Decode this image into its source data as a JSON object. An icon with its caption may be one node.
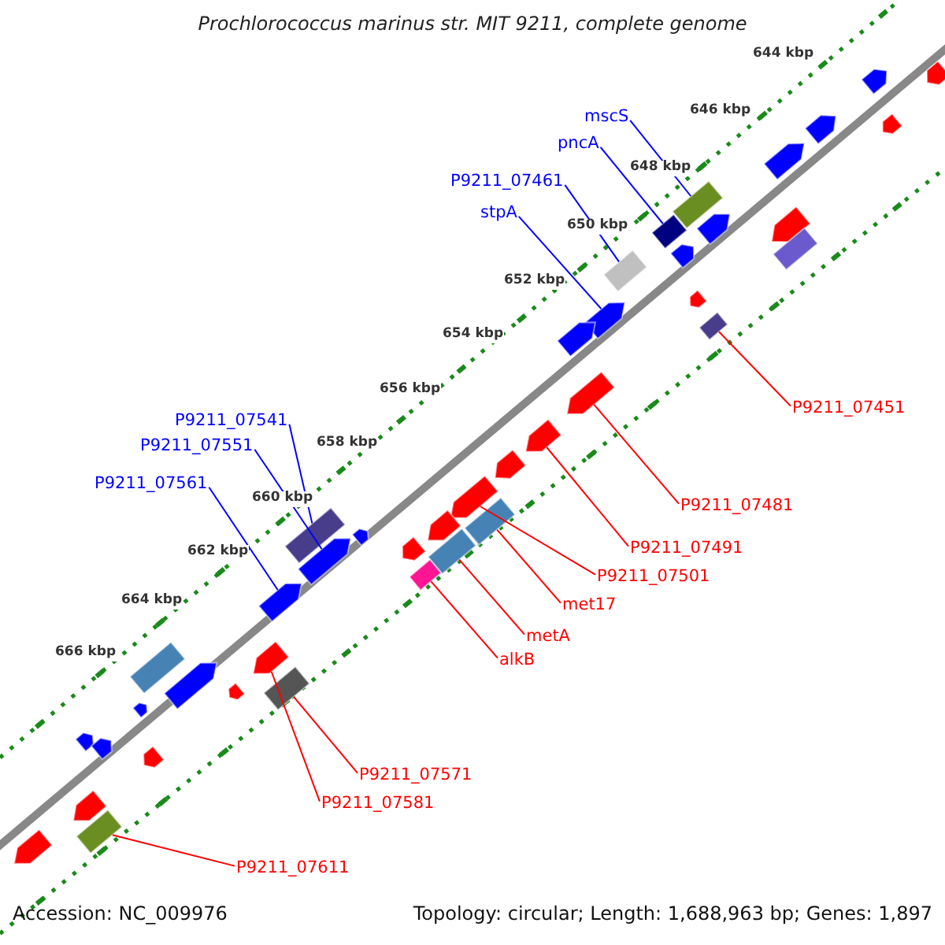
{
  "diagram": {
    "title": "Prochlorococcus marinus str. MIT 9211, complete genome",
    "nodes": [
      {
        "text": [
          "mscS"
        ]
      },
      {
        "text": [
          "pncA"
        ]
      },
      {
        "text": [
          "P9211_07461"
        ]
      },
      {
        "text": [
          "stpA"
        ]
      },
      {
        "text": [
          "P9211_07451"
        ]
      },
      {
        "text": [
          "P9211_07541"
        ]
      },
      {
        "text": [
          "P9211_07551"
        ]
      },
      {
        "text": [
          "P9211_07561"
        ]
      },
      {
        "text": [
          "P9211_07481"
        ]
      },
      {
        "text": [
          "P9211_07491"
        ]
      },
      {
        "text": [
          "P9211_07501"
        ]
      },
      {
        "text": [
          "met17"
        ]
      },
      {
        "text": [
          "metA"
        ]
      },
      {
        "text": [
          "alkB"
        ]
      },
      {
        "text": [
          "P9211_07571"
        ]
      },
      {
        "text": [
          "P9211_07581"
        ]
      },
      {
        "text": [
          "P9211_07611"
        ]
      },
      {
        "text": [],
        "shape": "arrow"
      },
      {
        "text": [],
        "shape": "arrow"
      },
      {
        "text": [],
        "shape": "arrow"
      },
      {
        "text": [],
        "shape": "arrow"
      },
      {
        "text": [],
        "shape": "arrow"
      },
      {
        "text": [],
        "shape": "box"
      },
      {
        "text": [],
        "shape": "arrow"
      },
      {
        "text": [],
        "shape": "arrow"
      },
      {
        "text": [],
        "shape": "box"
      },
      {
        "text": [],
        "shape": "box"
      },
      {
        "text": [],
        "shape": "arrow"
      },
      {
        "text": [],
        "shape": "box"
      },
      {
        "text": [],
        "shape": "arrow"
      },
      {
        "text": [],
        "shape": "arrow"
      },
      {
        "text": [],
        "shape": "box"
      },
      {
        "text": [],
        "shape": "arrow"
      },
      {
        "text": [],
        "shape": "arrow"
      },
      {
        "text": [],
        "shape": "arrow"
      },
      {
        "text": [],
        "shape": "arrow"
      },
      {
        "text": [],
        "shape": "arrow"
      },
      {
        "text": [],
        "shape": "box"
      },
      {
        "text": [],
        "shape": "arrow"
      },
      {
        "text": [],
        "shape": "box"
      },
      {
        "text": [],
        "shape": "arrow"
      },
      {
        "text": [],
        "shape": "box"
      },
      {
        "text": [],
        "shape": "arrow"
      },
      {
        "text": [],
        "shape": "arrow"
      },
      {
        "text": [],
        "shape": "box"
      },
      {
        "text": [],
        "shape": "arrow"
      },
      {
        "text": [],
        "shape": "arrow"
      },
      {
        "text": [],
        "shape": "box"
      },
      {
        "text": [],
        "shape": "arrow"
      },
      {
        "text": [],
        "shape": "box"
      },
      {
        "text": [],
        "shape": "arrow"
      },
      {
        "text": [],
        "shape": "arrow"
      },
      {
        "text": [],
        "shape": "arrow"
      },
      {
        "text": [],
        "shape": "arrow"
      },
      {
        "text": [],
        "shape": "arrow"
      },
      {
        "text": [],
        "shape": "arrow"
      },
      {
        "text": [],
        "shape": "box"
      },
      {
        "text": [],
        "shape": "arrow"
      }
    ],
    "edges": [
      {
        "from": 0,
        "to": 22,
        "arrow": "none",
        "color": "#0000ff"
      },
      {
        "from": 1,
        "to": 25,
        "arrow": "none",
        "color": "#0000ff"
      },
      {
        "from": 2,
        "to": 28,
        "arrow": "none",
        "color": "#0000ff"
      },
      {
        "from": 3,
        "to": 30,
        "arrow": "none",
        "color": "#0000ff"
      },
      {
        "from": 4,
        "to": 31,
        "arrow": "none"
      },
      {
        "from": 5,
        "to": 39,
        "arrow": "none",
        "color": "#0000ff"
      },
      {
        "from": 6,
        "to": 43,
        "arrow": "none",
        "color": "#0000ff"
      },
      {
        "from": 7,
        "to": 45,
        "arrow": "none",
        "color": "#0000ff"
      },
      {
        "from": 8,
        "to": 33,
        "arrow": "none"
      },
      {
        "from": 9,
        "to": 34,
        "arrow": "none"
      },
      {
        "from": 10,
        "to": 36,
        "arrow": "none"
      },
      {
        "from": 11,
        "to": 37,
        "arrow": "none"
      },
      {
        "from": 12,
        "to": 41,
        "arrow": "none"
      },
      {
        "from": 13,
        "to": 44,
        "arrow": "none"
      },
      {
        "from": 14,
        "to": 49,
        "arrow": "none"
      },
      {
        "from": 15,
        "to": 46,
        "arrow": "none"
      },
      {
        "from": 16,
        "to": 56,
        "arrow": "none"
      }
    ],
    "labels": [
      "644 kbp",
      "646 kbp",
      "648 kbp",
      "650 kbp",
      "652 kbp",
      "654 kbp",
      "656 kbp",
      "658 kbp",
      "660 kbp",
      "662 kbp",
      "664 kbp",
      "666 kbp",
      "Accession: NC_009976",
      "Topology: circular; Length: 1,688,963 bp; Genes: 1,897"
    ]
  }
}
